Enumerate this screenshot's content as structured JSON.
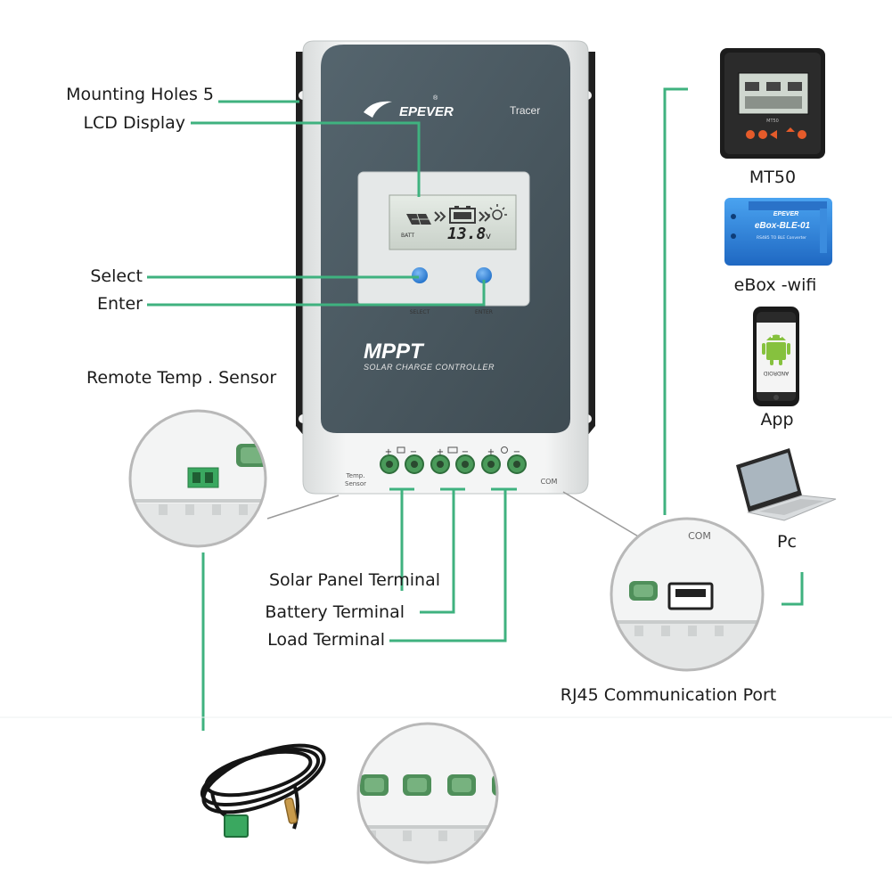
{
  "colors": {
    "leader_line": "#3fb27f",
    "panel_dark": "#4b5a62",
    "housing": "#eef0f0",
    "bracket": "#1e1e1e",
    "terminal_green": "#4a9a5a",
    "button_blue": "#3a8be0",
    "ebox_blue": "#2f7fd8"
  },
  "device": {
    "brand": "EPEVER",
    "registered": "®",
    "model": "Tracer",
    "lcd_label": "BATT",
    "lcd_reading": "13.8",
    "lcd_unit": "v",
    "select_text": "SELECT",
    "enter_text": "ENTER",
    "mppt_title": "MPPT",
    "mppt_subtitle": "SOLAR CHARGE CONTROLLER",
    "temp_sensor_text": [
      "Temp.",
      "Sensor"
    ],
    "com_text": "COM",
    "terminal_marks": [
      "+",
      "−",
      "+",
      "−",
      "+",
      "−"
    ]
  },
  "callouts": {
    "mounting_holes": "Mounting Holes  5",
    "lcd_display": "LCD Display",
    "select": "Select",
    "enter": "Enter",
    "remote_temp_sensor": "Remote Temp . Sensor",
    "solar_panel_terminal": "Solar Panel Terminal",
    "battery_terminal": "Battery Terminal",
    "load_terminal": "Load Terminal",
    "rj45_port": "RJ45 Communication Port"
  },
  "accessories": {
    "mt50": "MT50",
    "ebox": "eBox -wifi",
    "app": "App",
    "pc": "Pc",
    "ebox_brand": "EPEVER",
    "ebox_model": "eBox-BLE-01",
    "ebox_caption": "RS485 TO BLE Converter",
    "mt50_model": "MT50",
    "android_text": "ANDROID"
  },
  "zoom": {
    "com_text": "COM"
  },
  "icons": [
    "solar-panel-icon",
    "battery-icon",
    "bulb-icon",
    "android-robot-icon",
    "arrow-icon"
  ]
}
